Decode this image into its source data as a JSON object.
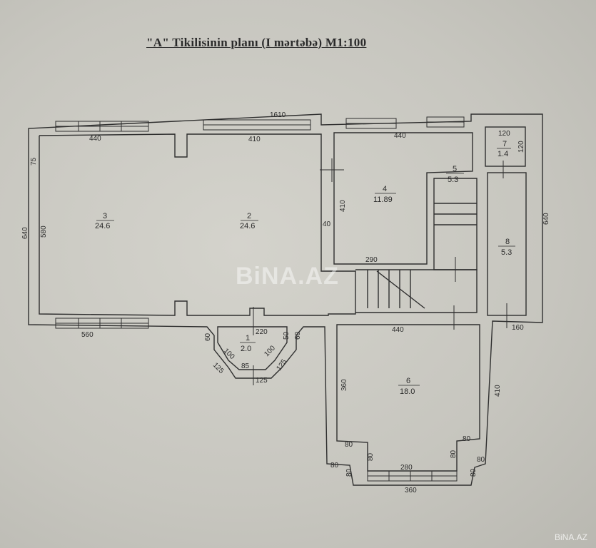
{
  "title": "\"A\" Tikilisinin planı (I mərtəbə) M1:100",
  "watermark": "BiNA.AZ",
  "corner_watermark": "BiNA.AZ",
  "colors": {
    "paper": "#c9c8c1",
    "ink": "#2b2b2b"
  },
  "rooms": [
    {
      "number": "1",
      "area": "2.0"
    },
    {
      "number": "2",
      "area": "24.6"
    },
    {
      "number": "3",
      "area": "24.6"
    },
    {
      "number": "4",
      "area": "11.89"
    },
    {
      "number": "5",
      "area": "5.3"
    },
    {
      "number": "6",
      "area": "18.0"
    },
    {
      "number": "7",
      "area": "1.4"
    },
    {
      "number": "8",
      "area": "5.3"
    }
  ],
  "dimensions": {
    "d1610": "1610",
    "d440_top_left": "440",
    "d410_top": "410",
    "d440_top_right": "440",
    "d120_top": "120",
    "d120_side": "120",
    "d640_left": "640",
    "d580_left": "580",
    "d75_left": "75",
    "d640_right": "640",
    "d410_room4": "410",
    "d40": "40",
    "d290": "290",
    "d560_bottom": "560",
    "d220": "220",
    "d60_a": "60",
    "d50": "50",
    "d60_b": "60",
    "d100_a": "100",
    "d100_b": "100",
    "d125_a": "125",
    "d125_b": "125",
    "d85": "85",
    "d125_c": "125",
    "d440_room6": "440",
    "d160": "160",
    "d360_room6": "360",
    "d410_right": "410",
    "d80_a": "80",
    "d80_b": "80",
    "d80_c": "80",
    "d80_d": "80",
    "d80_e": "80",
    "d80_f": "80",
    "d80_g": "80",
    "d80_h": "80",
    "d280": "280",
    "d360_bottom": "360"
  }
}
